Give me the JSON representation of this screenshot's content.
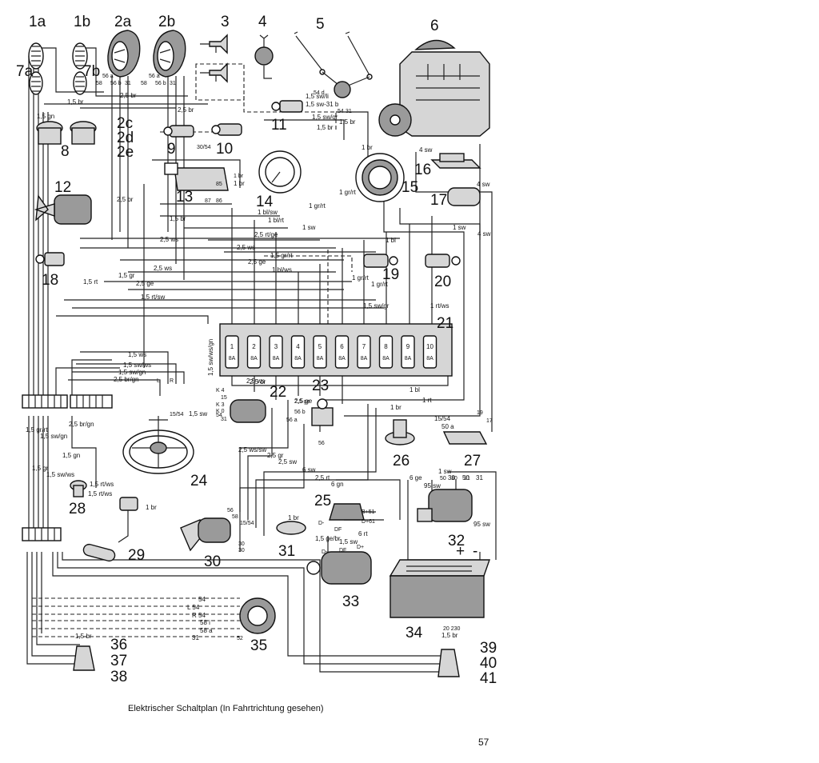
{
  "caption": "Elektrischer Schaltplan (In Fahrtrichtung gesehen)",
  "page_number": "57",
  "drawing_number": "20 230",
  "components": [
    "1a",
    "1b",
    "2a",
    "2b",
    "3",
    "4",
    "5",
    "6",
    "7a",
    "7b",
    "8",
    "9",
    "10",
    "11",
    "12",
    "13",
    "14",
    "15",
    "16",
    "17",
    "18",
    "19",
    "20",
    "21",
    "22",
    "23",
    "24",
    "25",
    "26",
    "27",
    "28",
    "29",
    "30",
    "31",
    "32",
    "33",
    "34",
    "35",
    "36",
    "37",
    "38",
    "39",
    "40",
    "41",
    "2c",
    "2d",
    "2e"
  ],
  "fuses": [
    "1",
    "2",
    "3",
    "4",
    "5",
    "6",
    "7",
    "8",
    "9",
    "10"
  ],
  "fuse_rating": "8A",
  "wire_labels": [
    "2,5 br",
    "1,5 br",
    "1,5 gn",
    "2,5 br",
    "2,5 br",
    "1,5 br",
    "1,5 sw/li",
    "1,5 sw-31 b",
    "1,5 sw/gr",
    "1,5 br",
    "1 br",
    "4 sw",
    "4 sw",
    "4 sw",
    "1 br",
    "1 gr/rt",
    "1 gr/rt",
    "1 bl/sw",
    "1 bl/rt",
    "1 sw",
    "1 bl",
    "2,5 rt/ge",
    "2,5 ws",
    "2,5 ws",
    "2,5 ws",
    "1,5 gr/rt",
    "2,5 ge",
    "1 bl/ws",
    "1,5 gr",
    "2,5 ge",
    "1,5 rt/sw",
    "1 gr/rt",
    "1 gr/rt",
    "1,5 sw/gr",
    "1 rt/ws",
    "1,5 br",
    "1,5 rt",
    "2,5 br",
    "1 sw",
    "1 bl",
    "1 rt",
    "1 br",
    "15/54",
    "50 a",
    "1 sw",
    "6 ge",
    "95 sw",
    "30",
    "50",
    "31",
    "95 sw",
    "1,5 ws",
    "1,5 sw/ws",
    "1,5 sw/gn",
    "2,5 br/gn",
    "2,5 br/gn",
    "1,5 sw",
    "2,5 ws/sw",
    "2,5 gr",
    "2,5 sw",
    "6 sw",
    "2,5 rt",
    "6 gn",
    "1 br",
    "1,5 ge/br",
    "1,5 sw",
    "6 rt",
    "1 br",
    "1,5 gn",
    "54",
    "L 54",
    "R 54",
    "58 i",
    "58 a",
    "31",
    "1,5 br",
    "1,5 br",
    "1,5 sw/ws/gn",
    "2,5 ws",
    "2,5 ge",
    "1,5 rt/ws",
    "1,5 gr/rt",
    "1,5 sw/gn",
    "1,5 gr",
    "1,5 sw/ws",
    "1,5 rt/ws"
  ],
  "terminal_labels": [
    "56 a",
    "56 b",
    "31",
    "58",
    "56 a",
    "56 b",
    "31",
    "58",
    "54 d",
    "54",
    "31",
    "30/54",
    "85",
    "86",
    "87",
    "1 br",
    "K 4",
    "15",
    "K 3",
    "K 0",
    "31",
    "54",
    "15/54",
    "56",
    "56 a",
    "56 b",
    "2,5 ge",
    "B+51",
    "D+61",
    "D-",
    "DF",
    "D-",
    "DF",
    "D+",
    "56",
    "58",
    "15/54",
    "30",
    "30",
    "52",
    "19",
    "17",
    "50",
    "30",
    "31",
    "L",
    "R",
    "+",
    "-"
  ]
}
